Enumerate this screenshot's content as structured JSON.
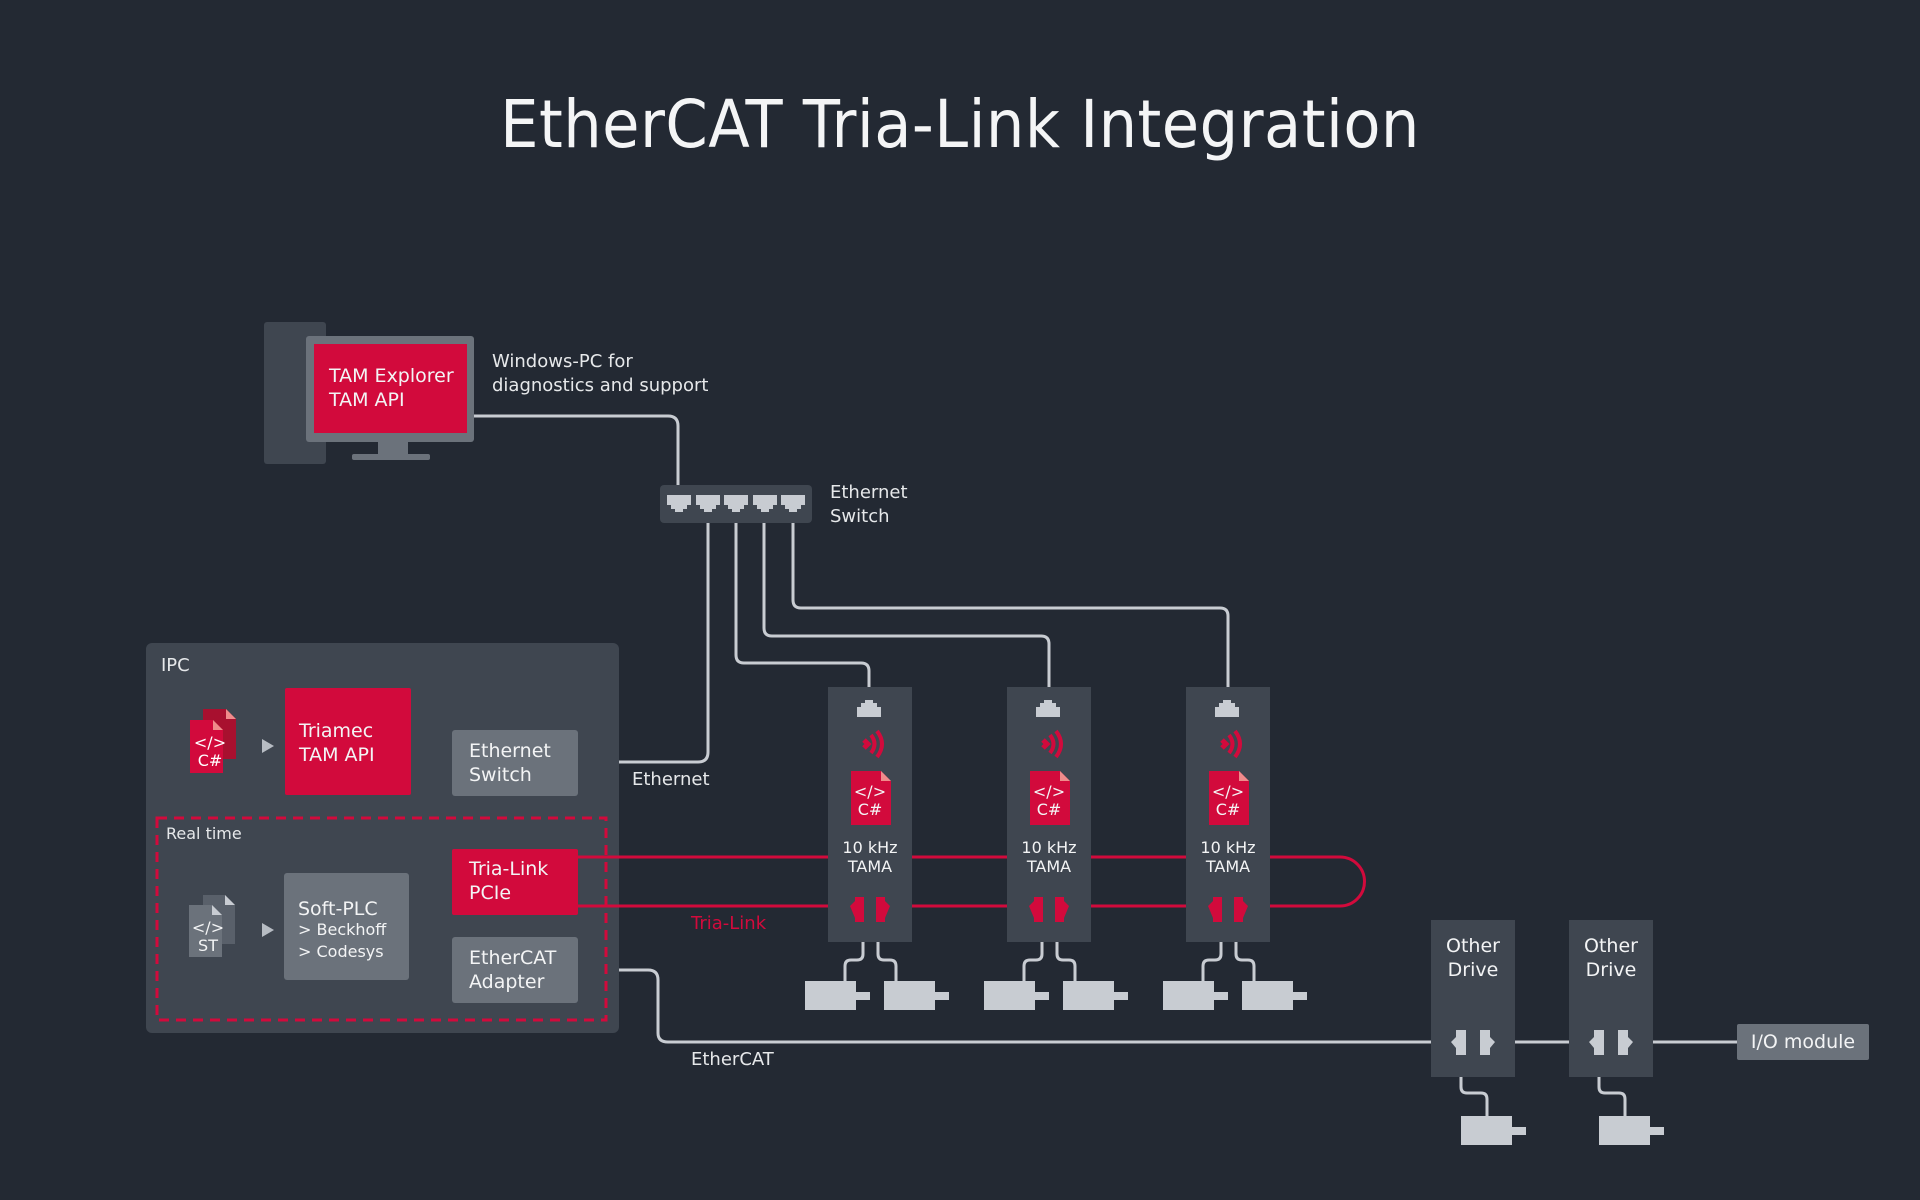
{
  "title": "EtherCAT Tria-Link Integration",
  "colors": {
    "background": "#232933",
    "panel": "#3f4650",
    "box_gray": "#6b727b",
    "accent_red": "#d20a3c",
    "cable": "#c8ccd2",
    "text": "#eef0f2"
  },
  "windows_pc": {
    "screen_line1": "TAM Explorer",
    "screen_line2": "TAM API",
    "caption": "Windows-PC for\ndiagnostics and support"
  },
  "ethernet_switch": {
    "label": "Ethernet\nSwitch",
    "ports": 5
  },
  "ipc": {
    "label": "IPC",
    "realtime_label": "Real time",
    "csharp_doc": {
      "line1": "</>",
      "line2": "C#"
    },
    "st_doc": {
      "line1": "</>",
      "line2": "ST"
    },
    "triamec_api": "Triamec\nTAM API",
    "ethernet_switch": "Ethernet\nSwitch",
    "tria_link_pcie": "Tria-Link\nPCIe",
    "soft_plc": {
      "title": "Soft-PLC",
      "item1": "> Beckhoff",
      "item2": "> Codesys"
    },
    "ethercat_adapter": "EtherCAT\nAdapter"
  },
  "connections": {
    "ethernet": "Ethernet",
    "tria_link": "Tria-Link",
    "ethercat": "EtherCAT"
  },
  "tama_drives": [
    {
      "freq": "10 kHz",
      "name": "TAMA",
      "doc_line1": "</>",
      "doc_line2": "C#"
    },
    {
      "freq": "10 kHz",
      "name": "TAMA",
      "doc_line1": "</>",
      "doc_line2": "C#"
    },
    {
      "freq": "10 kHz",
      "name": "TAMA",
      "doc_line1": "</>",
      "doc_line2": "C#"
    }
  ],
  "other_drives": [
    {
      "label": "Other\nDrive"
    },
    {
      "label": "Other\nDrive"
    }
  ],
  "io_module": "I/O module"
}
